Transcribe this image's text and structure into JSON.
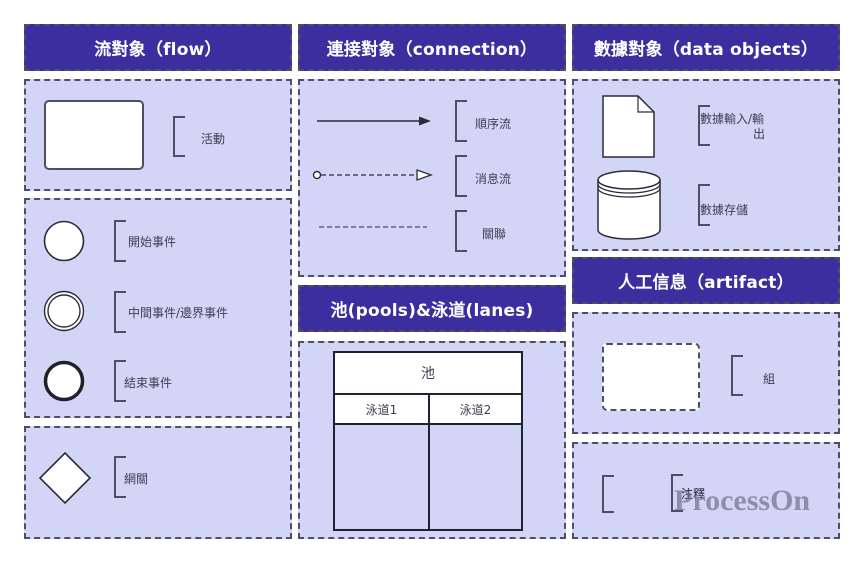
{
  "columns": {
    "flow": {
      "title": "流對象（flow）",
      "activity": {
        "label": "活動"
      },
      "events": {
        "start": "開始事件",
        "intermediate": "中間事件/邊界事件",
        "end": "結束事件"
      },
      "gateway": {
        "label": "網關"
      }
    },
    "connection": {
      "title": "連接對象（connection）",
      "items": {
        "sequence_flow": "順序流",
        "message_flow": "消息流",
        "association": "關聯"
      }
    },
    "pools": {
      "title": "池(pools)&泳道(lanes)",
      "pool_label": "池",
      "lanes": [
        "泳道1",
        "泳道2"
      ]
    },
    "data_objects": {
      "title": "數據對象（data objects）",
      "data_io": "數據輸入/輸\n出",
      "data_io_line1": "數據輸入/輸",
      "data_io_line2": "出",
      "data_store": "數據存儲"
    },
    "artifact": {
      "title": "人工信息（artifact）",
      "group": "組",
      "annotation": "注釋"
    }
  },
  "watermark": "ProcessOn",
  "colors": {
    "header_bg": "#3b2fa0",
    "panel_bg": "#d3d5f7",
    "border": "#4e4f66"
  }
}
